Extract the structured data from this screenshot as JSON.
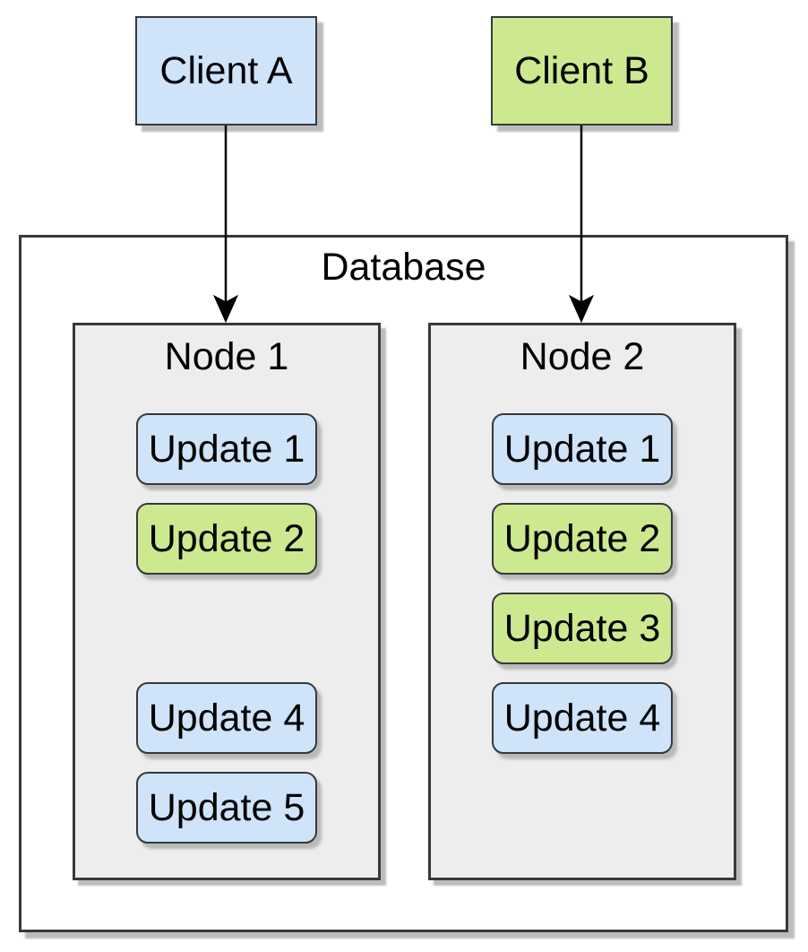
{
  "colors": {
    "update_blue_fill": "#cfe3f9",
    "update_green_fill": "#cde990",
    "client_a_fill": "#cfe3f9",
    "client_b_fill": "#cde990",
    "node_fill": "#ededed",
    "database_fill": "#ffffff",
    "border": "#36393d",
    "shadow": "#bcbcbc",
    "arrow": "#000000"
  },
  "clients": [
    {
      "label": "Client A",
      "color": "blue"
    },
    {
      "label": "Client B",
      "color": "green"
    }
  ],
  "database": {
    "label": "Database",
    "nodes": [
      {
        "label": "Node 1",
        "updates": [
          {
            "label": "Update 1",
            "color": "blue",
            "slot": 1
          },
          {
            "label": "Update 2",
            "color": "green",
            "slot": 2
          },
          {
            "label": "Update 4",
            "color": "blue",
            "slot": 4
          },
          {
            "label": "Update 5",
            "color": "blue",
            "slot": 5
          }
        ]
      },
      {
        "label": "Node 2",
        "updates": [
          {
            "label": "Update 1",
            "color": "blue",
            "slot": 1
          },
          {
            "label": "Update 2",
            "color": "green",
            "slot": 2
          },
          {
            "label": "Update 3",
            "color": "green",
            "slot": 3
          },
          {
            "label": "Update 4",
            "color": "blue",
            "slot": 4
          }
        ]
      }
    ]
  }
}
